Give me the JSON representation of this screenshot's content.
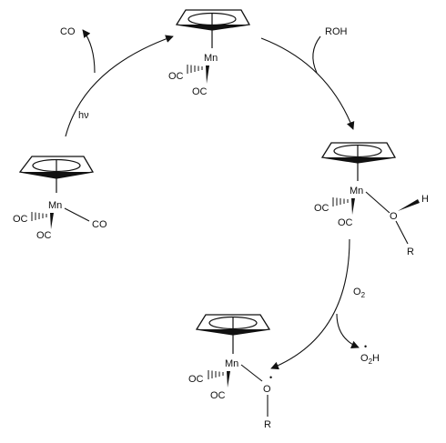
{
  "labels": {
    "metal": "Mn",
    "carbonyl_left": "OC",
    "carbonyl_right": "CO",
    "oxygen": "O",
    "hydrogen": "H",
    "r_group": "R",
    "radical_dot": "•"
  },
  "arrows": {
    "co_release": "CO",
    "photolysis": "hν",
    "alcohol_addition": "ROH",
    "oxygen_reagent": "O",
    "oxygen_subscript": "2",
    "hydroperoxyl_o": "O",
    "hydroperoxyl_sub": "2",
    "hydroperoxyl_h": "H"
  },
  "colors": {
    "ink": "#111111",
    "background": "#ffffff"
  }
}
